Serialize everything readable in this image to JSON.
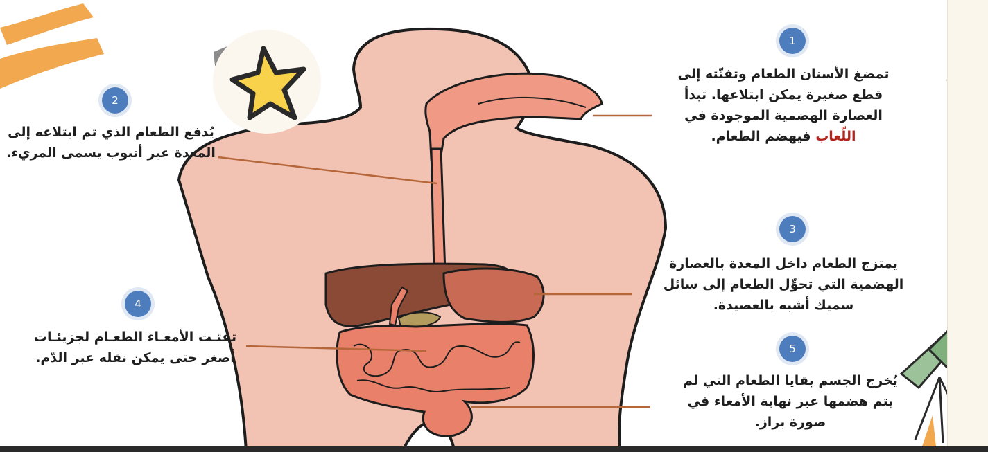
{
  "steps": [
    {
      "number": "1",
      "text_before": "تمضغ الأسنان الطعام وتفتّته إلى قطع صغيرة يمكن ابتلاعها. تبدأ العصارة الهضمية الموجودة في ",
      "highlight": "اللّعاب",
      "text_after": " فيهضم الطعام."
    },
    {
      "number": "2",
      "text": "يُدفع الطعام الذي تم ابتلاعه إلى المعدة عبر أنبوب يسمى المريء."
    },
    {
      "number": "3",
      "text": "يمتزج الطعام داخل المعدة بالعصارة الهضمية التي تحوِّل الطعام إلى سائل سميك أشبه بالعصيدة."
    },
    {
      "number": "4",
      "text": "تفتـت الأمعـاء الطعـام لجزيئـات أصغر حتى يمكن نقله عبر الدّم."
    },
    {
      "number": "5",
      "text": "يُخرج الجسم بقايا الطعام التي لم يتم هضمها عبر نهاية الأمعاء في صورة براز."
    }
  ],
  "icons": [
    "star-sticker-icon",
    "telescope-icon",
    "star-outline-icon",
    "brush-stroke-decoration"
  ],
  "colors": {
    "badge": "#4e7dbd",
    "body": "#f2c2b3",
    "organ": "#e8806a",
    "liver": "#8a4a36",
    "leader_line": "#b5673a",
    "highlight": "#b3261e"
  }
}
